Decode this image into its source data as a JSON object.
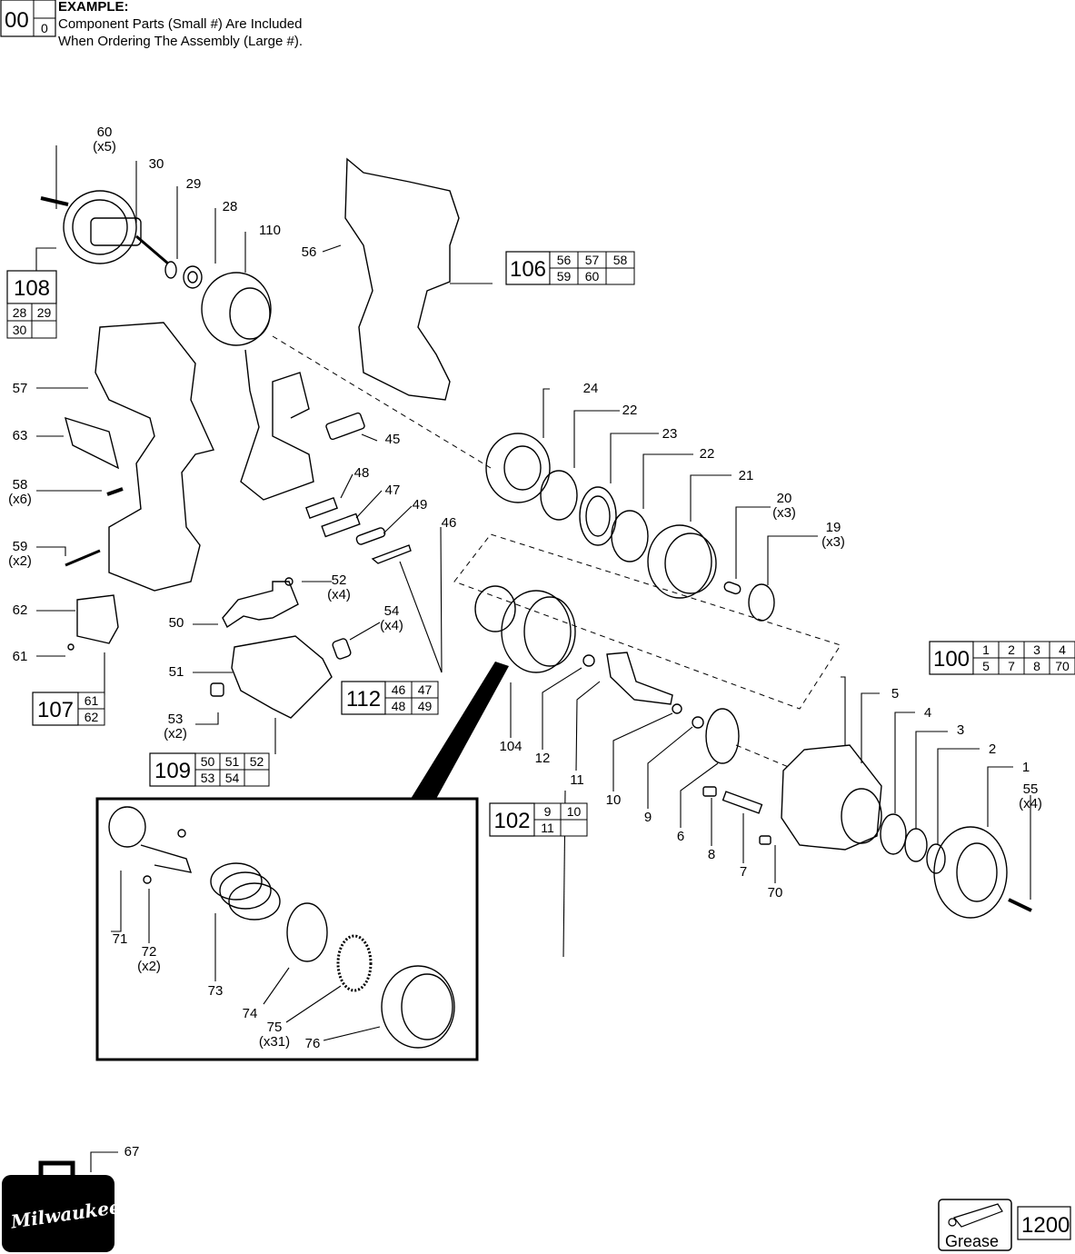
{
  "example": {
    "title": "EXAMPLE:",
    "line1": "Component Parts (Small #) Are Included",
    "line2": "When Ordering The Assembly (Large #).",
    "big": "00",
    "small": "0"
  },
  "labels": [
    {
      "id": "60",
      "t": "60",
      "q": "(x5)"
    },
    {
      "id": "30",
      "t": "30"
    },
    {
      "id": "29",
      "t": "29"
    },
    {
      "id": "28",
      "t": "28"
    },
    {
      "id": "110",
      "t": "110"
    },
    {
      "id": "56",
      "t": "56"
    },
    {
      "id": "57",
      "t": "57"
    },
    {
      "id": "63",
      "t": "63"
    },
    {
      "id": "58",
      "t": "58",
      "q": "(x6)"
    },
    {
      "id": "59",
      "t": "59",
      "q": "(x2)"
    },
    {
      "id": "62",
      "t": "62"
    },
    {
      "id": "61",
      "t": "61"
    },
    {
      "id": "45",
      "t": "45"
    },
    {
      "id": "48",
      "t": "48"
    },
    {
      "id": "47",
      "t": "47"
    },
    {
      "id": "49",
      "t": "49"
    },
    {
      "id": "46",
      "t": "46"
    },
    {
      "id": "52",
      "t": "52",
      "q": "(x4)"
    },
    {
      "id": "50",
      "t": "50"
    },
    {
      "id": "54",
      "t": "54",
      "q": "(x4)"
    },
    {
      "id": "51",
      "t": "51"
    },
    {
      "id": "53",
      "t": "53",
      "q": "(x2)"
    },
    {
      "id": "24",
      "t": "24"
    },
    {
      "id": "22a",
      "t": "22"
    },
    {
      "id": "23",
      "t": "23"
    },
    {
      "id": "22b",
      "t": "22"
    },
    {
      "id": "21",
      "t": "21"
    },
    {
      "id": "20",
      "t": "20",
      "q": "(x3)"
    },
    {
      "id": "19",
      "t": "19",
      "q": "(x3)"
    },
    {
      "id": "104",
      "t": "104"
    },
    {
      "id": "12",
      "t": "12"
    },
    {
      "id": "11",
      "t": "11"
    },
    {
      "id": "10",
      "t": "10"
    },
    {
      "id": "9",
      "t": "9"
    },
    {
      "id": "6",
      "t": "6"
    },
    {
      "id": "8",
      "t": "8"
    },
    {
      "id": "7",
      "t": "7"
    },
    {
      "id": "70",
      "t": "70"
    },
    {
      "id": "5",
      "t": "5"
    },
    {
      "id": "4",
      "t": "4"
    },
    {
      "id": "3",
      "t": "3"
    },
    {
      "id": "2",
      "t": "2"
    },
    {
      "id": "1",
      "t": "1"
    },
    {
      "id": "55",
      "t": "55",
      "q": "(x4)"
    },
    {
      "id": "71",
      "t": "71"
    },
    {
      "id": "72",
      "t": "72",
      "q": "(x2)"
    },
    {
      "id": "73",
      "t": "73"
    },
    {
      "id": "74",
      "t": "74"
    },
    {
      "id": "75",
      "t": "75",
      "q": "(x31)"
    },
    {
      "id": "76",
      "t": "76"
    },
    {
      "id": "67",
      "t": "67"
    }
  ],
  "assemblies": [
    {
      "id": "108",
      "big": "108",
      "parts": [
        "28",
        "29",
        "30",
        ""
      ]
    },
    {
      "id": "106",
      "big": "106",
      "parts": [
        "56",
        "57",
        "58",
        "59",
        "60",
        ""
      ]
    },
    {
      "id": "107",
      "big": "107",
      "parts": [
        "61",
        "62"
      ]
    },
    {
      "id": "112",
      "big": "112",
      "parts": [
        "46",
        "47",
        "48",
        "49"
      ]
    },
    {
      "id": "109",
      "big": "109",
      "parts": [
        "50",
        "51",
        "52",
        "53",
        "54",
        ""
      ]
    },
    {
      "id": "102",
      "big": "102",
      "parts": [
        "9",
        "10",
        "11",
        ""
      ]
    },
    {
      "id": "100",
      "big": "100",
      "parts": [
        "1",
        "2",
        "3",
        "4",
        "5",
        "7",
        "8",
        "70"
      ]
    }
  ],
  "logo": "Milwaukee",
  "grease": {
    "label": "Grease",
    "number": "1200"
  }
}
